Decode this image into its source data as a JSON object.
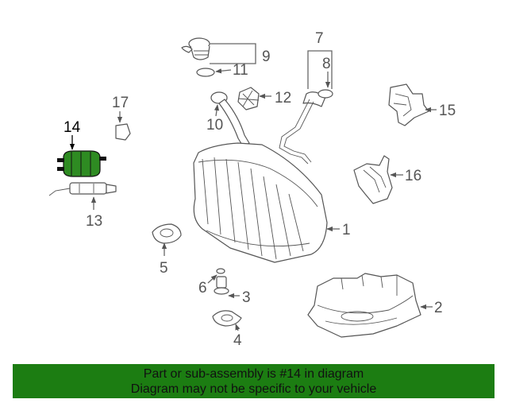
{
  "callouts": {
    "c1": "1",
    "c2": "2",
    "c3": "3",
    "c4": "4",
    "c5": "5",
    "c6": "6",
    "c7": "7",
    "c8": "8",
    "c9": "9",
    "c10": "10",
    "c11": "11",
    "c12": "12",
    "c13": "13",
    "c14": "14",
    "c15": "15",
    "c16": "16",
    "c17": "17"
  },
  "highlighted_part": "14",
  "colors": {
    "highlight": "#2e8b22",
    "banner": "#1c7d12",
    "line": "#666666"
  },
  "banner": {
    "line1": "Part or sub-assembly is #14 in diagram",
    "line2": "Diagram may not be specific to your vehicle"
  }
}
